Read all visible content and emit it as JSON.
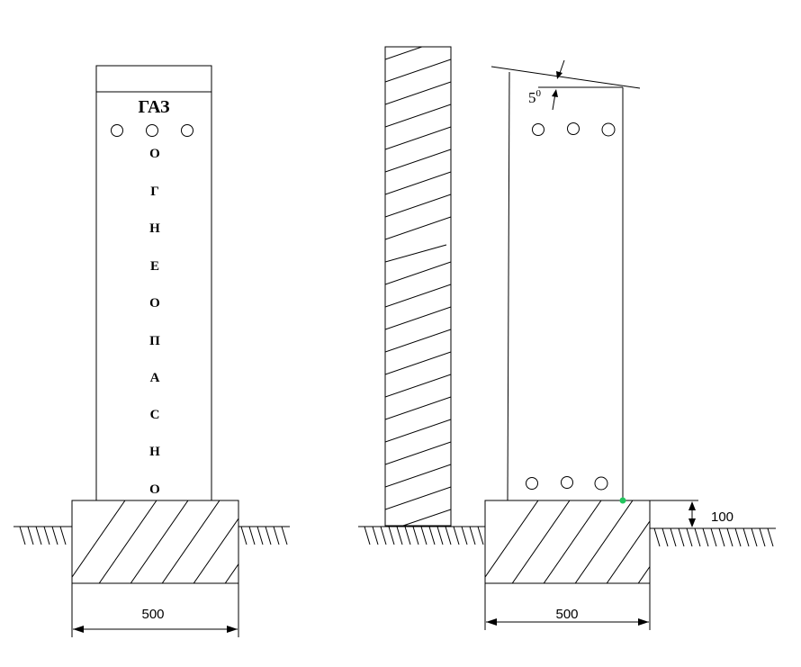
{
  "left_post": {
    "title": "ГАЗ",
    "vertical_letters": [
      "О",
      "Г",
      "Н",
      "Е",
      "О",
      "П",
      "А",
      "С",
      "Н",
      "О"
    ],
    "base_width_label": "500"
  },
  "right_post": {
    "angle_label_base": "5",
    "angle_label_sup": "0",
    "base_width_label": "500",
    "height_above_ground_label": "100"
  },
  "colors": {
    "line": "#000000",
    "marker": "#22c55e"
  }
}
